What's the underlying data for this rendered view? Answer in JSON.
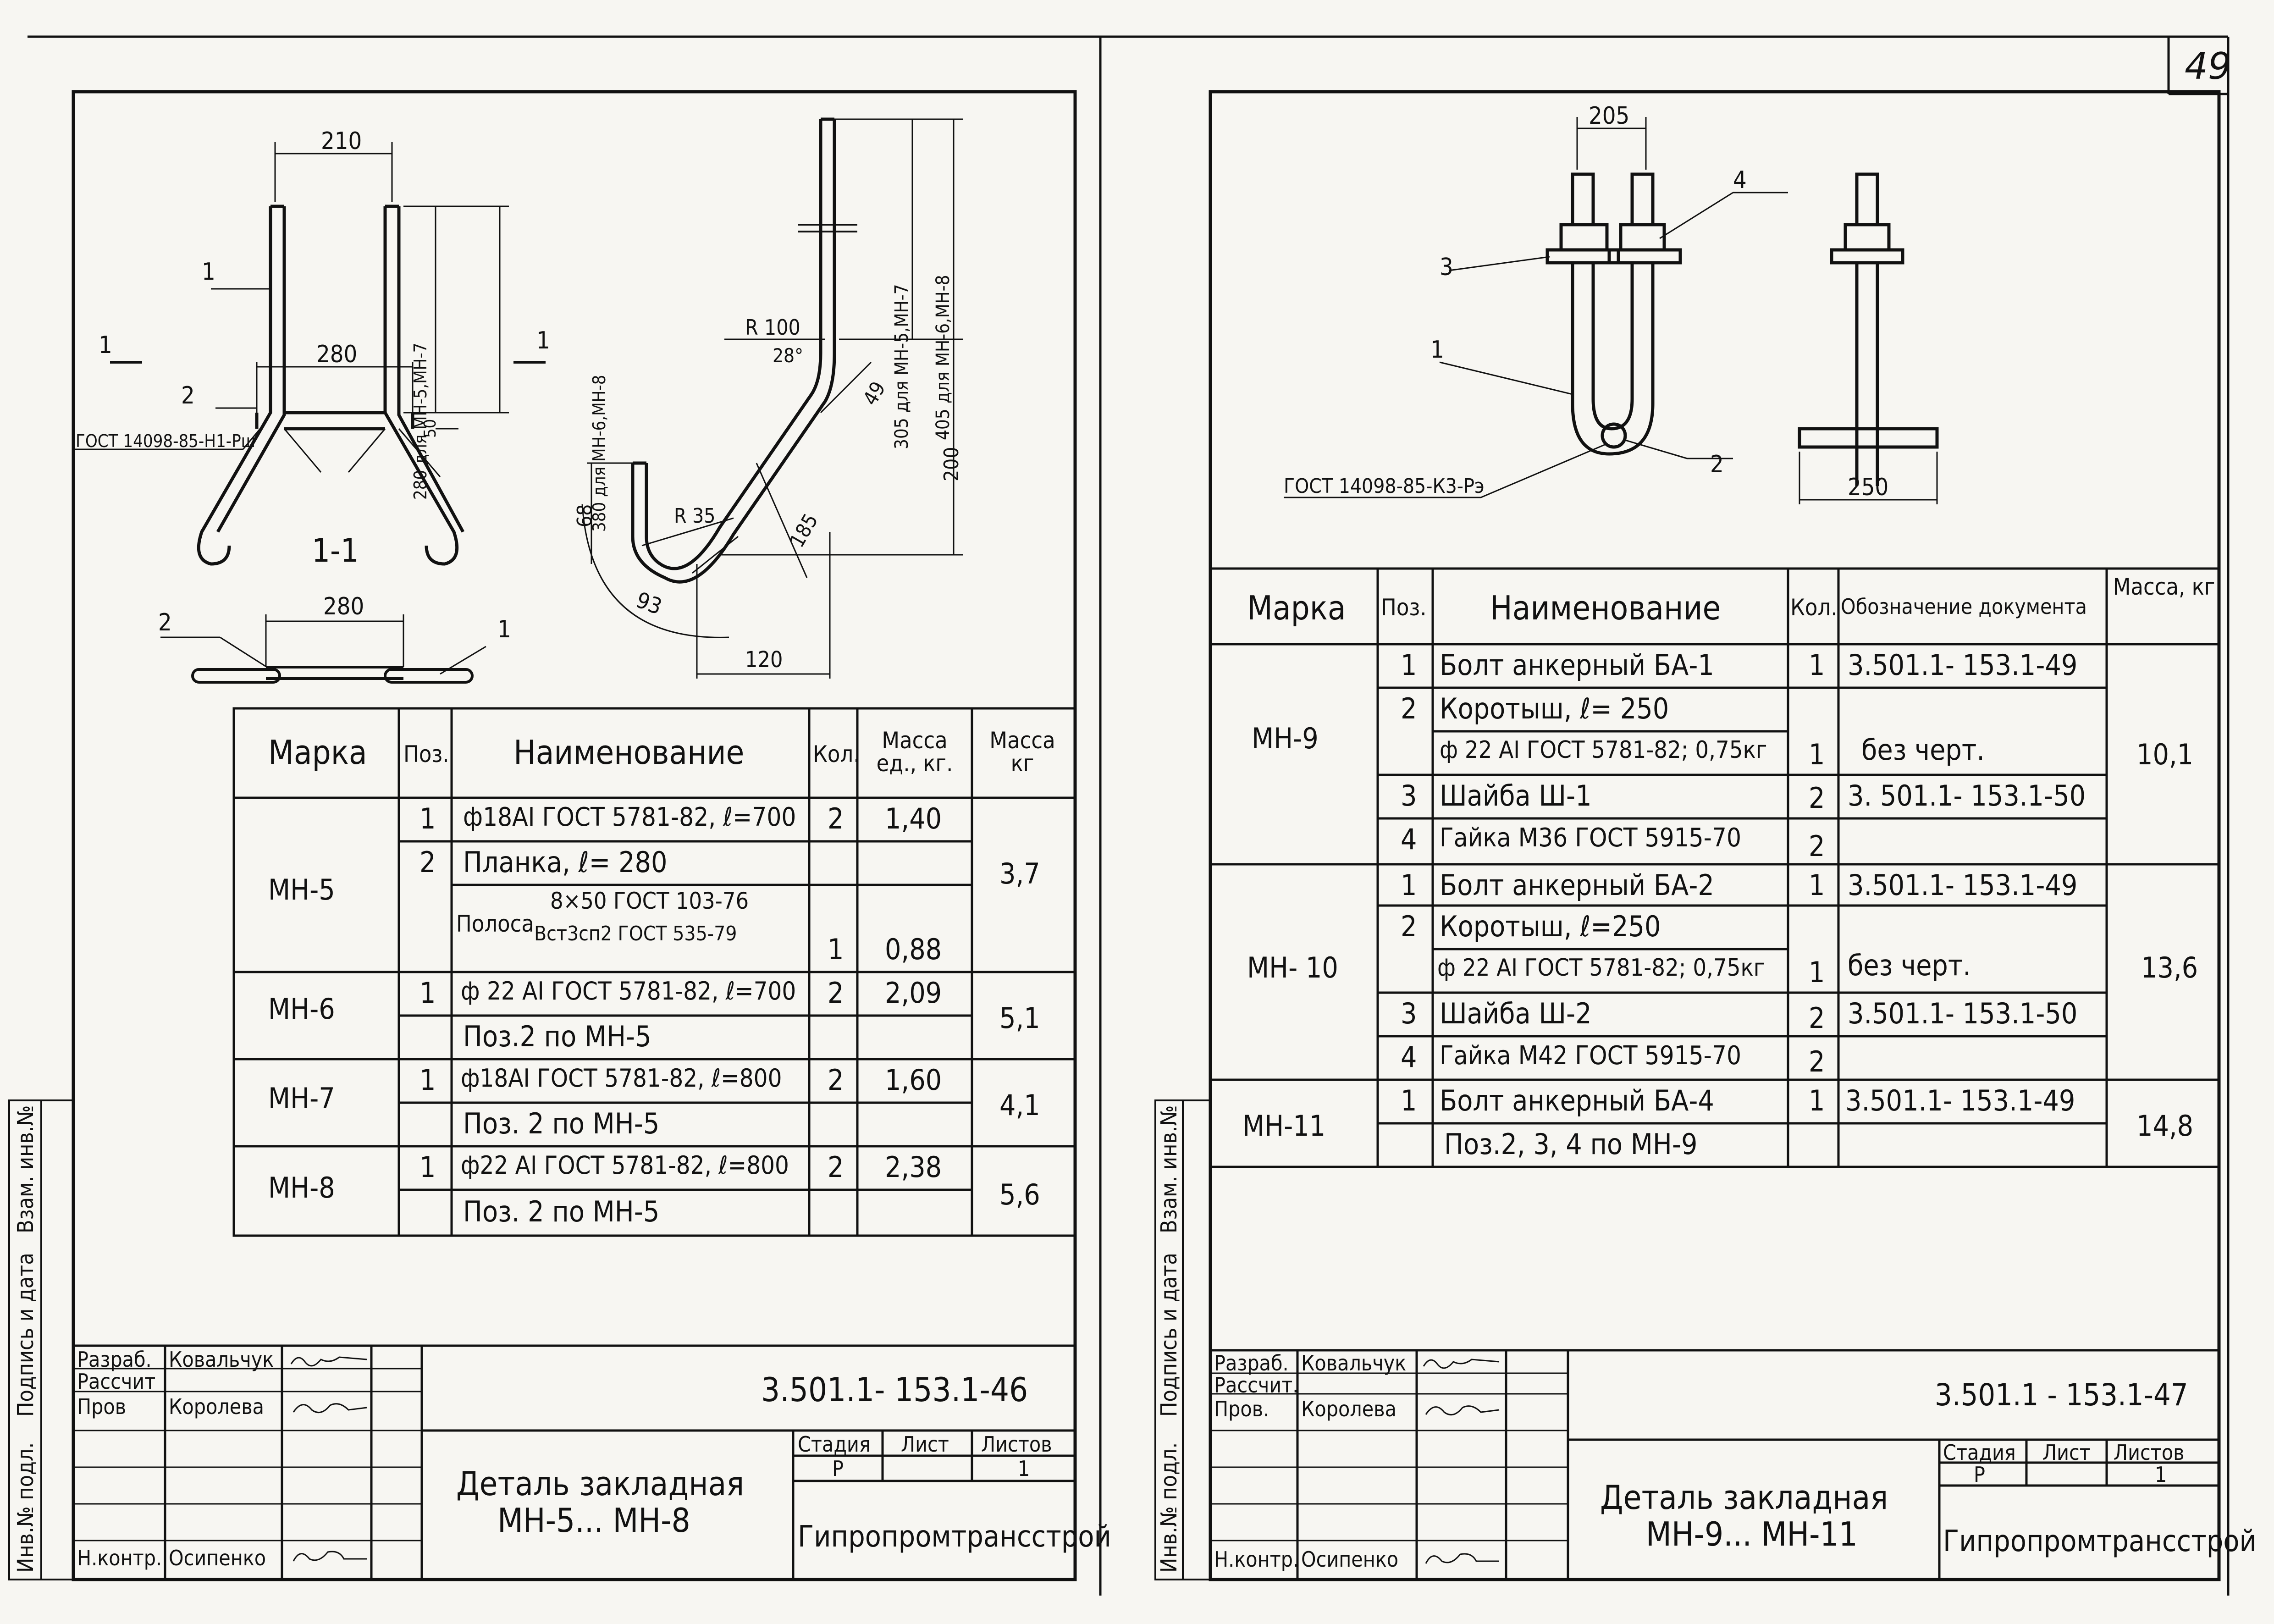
{
  "sheet_number": "49",
  "side_labels": {
    "inv_podl": "Инв.№ подл.",
    "podpis_data": "Подпись и дата",
    "vzam_inv": "Взам. инв.№"
  },
  "left": {
    "drawing": {
      "dim_210": "210",
      "dim_280_top": "280",
      "dim_280_bottom": "280",
      "dim_50": "50",
      "dim_280_mh5": "280 для МН-5,МН-7",
      "dim_380_mh6": "380 для МН-6,МН-8",
      "pos_1": "1",
      "pos_2": "2",
      "pos_1b": "1",
      "pos_2b": "2",
      "section_mark_left": "1",
      "section_mark_right": "1",
      "section_label": "1-1",
      "gost_weld": "ГОСТ 14098-85-Н1-Рш",
      "r100": "R 100",
      "angle_28": "28°",
      "dim_305": "305 для МН-5,МН-7",
      "dim_405": "405 для МН-6,МН-8",
      "dim_49": "49",
      "dim_200": "200",
      "dim_68": "68",
      "r35": "R 35",
      "dim_185": "185",
      "dim_93": "93",
      "dim_120": "120"
    },
    "table": {
      "headers": [
        "Марка",
        "Поз.",
        "Наименование",
        "Кол.",
        "Масса ед., кг.",
        "Масса кг"
      ],
      "rows": [
        {
          "marka": "МН-5",
          "pos": "1",
          "name": "ф18АI ГОСТ 5781-82, ℓ=700",
          "kol": "2",
          "mass_ed": "1,40",
          "mass": "3,7"
        },
        {
          "marka": "",
          "pos": "2",
          "name": "Планка, ℓ= 280",
          "kol": "",
          "mass_ed": "",
          "mass": ""
        },
        {
          "marka": "",
          "pos": "",
          "name_top": "8×50 ГОСТ 103-76",
          "name_pre": "Полоса",
          "name_bottom": "Вст3сп2 ГОСТ 535-79",
          "kol": "1",
          "mass_ed": "0,88",
          "mass": ""
        },
        {
          "marka": "МН-6",
          "pos": "1",
          "name": "ф 22 АI ГОСТ 5781-82, ℓ=700",
          "kol": "2",
          "mass_ed": "2,09",
          "mass": "5,1"
        },
        {
          "marka": "",
          "pos": "",
          "name": "Поз.2 по МН-5",
          "kol": "",
          "mass_ed": "",
          "mass": ""
        },
        {
          "marka": "МН-7",
          "pos": "1",
          "name": "ф18АI ГОСТ 5781-82, ℓ=800",
          "kol": "2",
          "mass_ed": "1,60",
          "mass": "4,1"
        },
        {
          "marka": "",
          "pos": "",
          "name": "Поз. 2 по МН-5",
          "kol": "",
          "mass_ed": "",
          "mass": ""
        },
        {
          "marka": "МН-8",
          "pos": "1",
          "name": "ф22 АI ГОСТ 5781-82, ℓ=800",
          "kol": "2",
          "mass_ed": "2,38",
          "mass": "5,6"
        },
        {
          "marka": "",
          "pos": "",
          "name": "Поз. 2 по МН-5",
          "kol": "",
          "mass_ed": "",
          "mass": ""
        }
      ]
    },
    "title_block": {
      "razrab": "Разраб.",
      "razrab_name": "Ковальчук",
      "rasschit": "Рассчит",
      "prov": "Пров",
      "prov_name": "Королева",
      "nkontr": "Н.контр.",
      "nkontr_name": "Осипенко",
      "code": "3.501.1- 153.1-46",
      "title_line1": "Деталь закладная",
      "title_line2": "МН-5... МН-8",
      "stadiya": "Стадия",
      "list": "Лист",
      "listov": "Листов",
      "stadiya_val": "Р",
      "listov_val": "1",
      "org": "Гипропромтрансстрой"
    }
  },
  "right": {
    "drawing": {
      "dim_205": "205",
      "dim_250": "250",
      "pos_1": "1",
      "pos_2": "2",
      "pos_3": "3",
      "pos_4": "4",
      "gost_weld": "ГОСТ 14098-85-К3-Рэ"
    },
    "table": {
      "headers": [
        "Марка",
        "Поз.",
        "Наименование",
        "Кол.",
        "Обозначение документа",
        "Масса, кг"
      ],
      "rows": [
        {
          "marka": "МН-9",
          "pos": "1",
          "name": "Болт анкерный БА-1",
          "kol": "1",
          "doc": "3.501.1- 153.1-49",
          "mass": "10,1"
        },
        {
          "marka": "",
          "pos": "2",
          "name": "Коротыш, ℓ= 250",
          "kol": "",
          "doc": "",
          "mass": ""
        },
        {
          "marka": "",
          "pos": "",
          "name": "ф 22 АI ГОСТ 5781-82; 0,75кг",
          "kol": "1",
          "doc": "без черт.",
          "mass": ""
        },
        {
          "marka": "",
          "pos": "3",
          "name": "Шайба Ш-1",
          "kol": "2",
          "doc": "3. 501.1- 153.1-50",
          "mass": ""
        },
        {
          "marka": "",
          "pos": "4",
          "name": "Гайка М36 ГОСТ 5915-70",
          "kol": "2",
          "doc": "",
          "mass": ""
        },
        {
          "marka": "МН- 10",
          "pos": "1",
          "name": "Болт анкерный БА-2",
          "kol": "1",
          "doc": "3.501.1- 153.1-49",
          "mass": "13,6"
        },
        {
          "marka": "",
          "pos": "2",
          "name": "Коротыш, ℓ=250",
          "kol": "",
          "doc": "",
          "mass": ""
        },
        {
          "marka": "",
          "pos": "",
          "name": "ф 22 АI ГОСТ 5781-82; 0,75кг",
          "kol": "1",
          "doc": "без черт.",
          "mass": ""
        },
        {
          "marka": "",
          "pos": "3",
          "name": "Шайба Ш-2",
          "kol": "2",
          "doc": "3.501.1- 153.1-50",
          "mass": ""
        },
        {
          "marka": "",
          "pos": "4",
          "name": "Гайка М42 ГОСТ 5915-70",
          "kol": "2",
          "doc": "",
          "mass": ""
        },
        {
          "marka": "МН-11",
          "pos": "1",
          "name": "Болт анкерный БА-4",
          "kol": "1",
          "doc": "3.501.1- 153.1-49",
          "mass": "14,8"
        },
        {
          "marka": "",
          "pos": "",
          "name": "Поз.2, 3, 4 по МН-9",
          "kol": "",
          "doc": "",
          "mass": ""
        }
      ]
    },
    "title_block": {
      "razrab": "Разраб.",
      "razrab_name": "Ковальчук",
      "rasschit": "Рассчит.",
      "prov": "Пров.",
      "prov_name": "Королева",
      "nkontr": "Н.контр.",
      "nkontr_name": "Осипенко",
      "code": "3.501.1 - 153.1-47",
      "title_line1": "Деталь закладная",
      "title_line2": "МН-9... МН-11",
      "stadiya": "Стадия",
      "list": "Лист",
      "listov": "Листов",
      "stadiya_val": "Р",
      "listov_val": "1",
      "org": "Гипропромтрансстрой"
    }
  }
}
